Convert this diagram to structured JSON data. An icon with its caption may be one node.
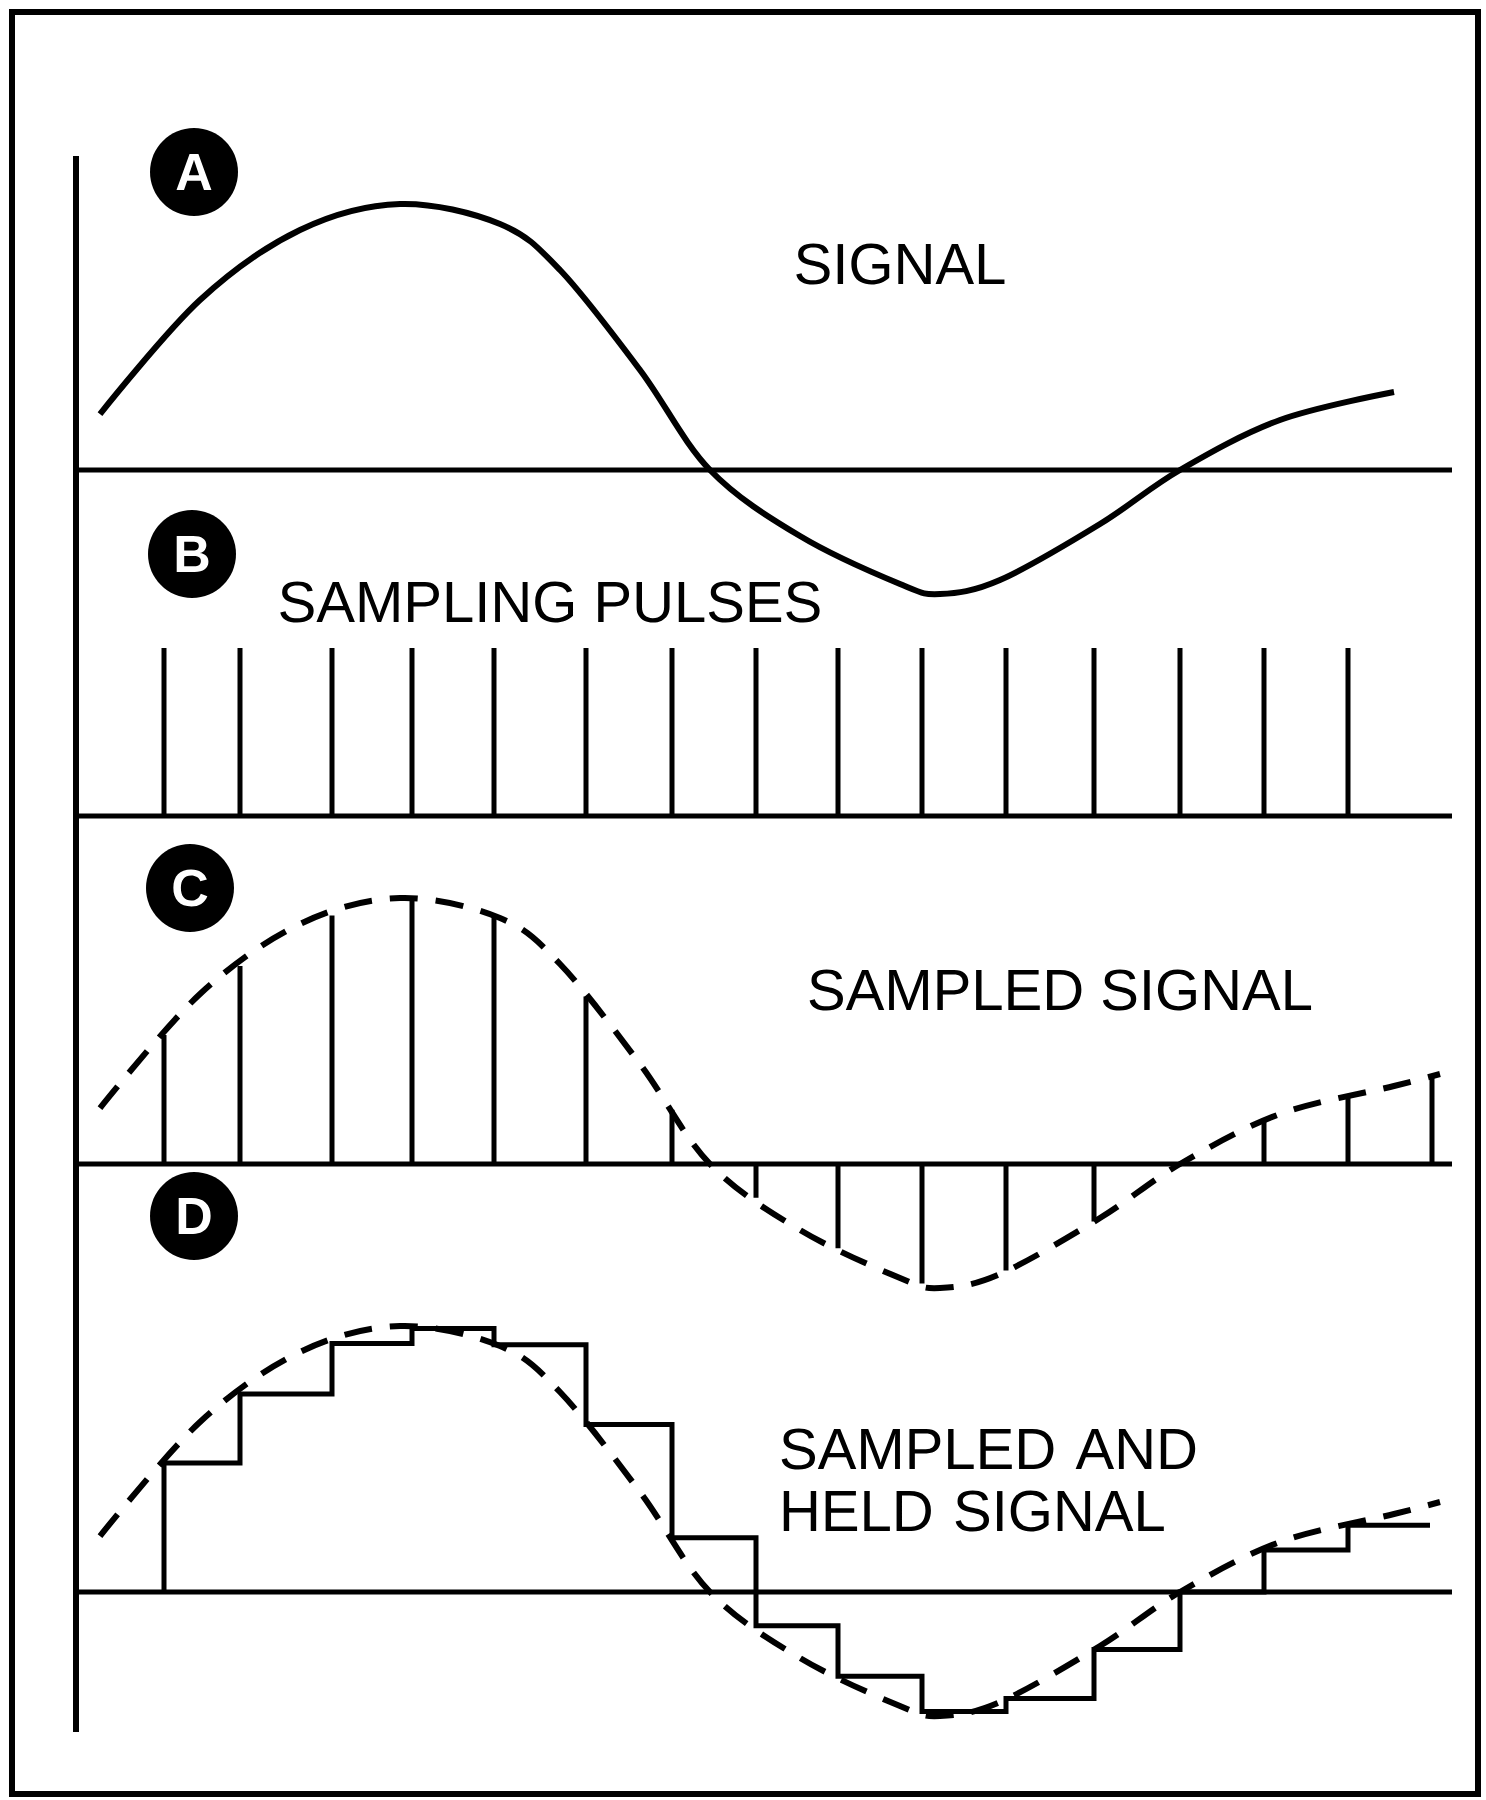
{
  "diagram": {
    "nodes": [
      {
        "text": [
          "A"
        ]
      },
      {
        "text": [
          "B"
        ]
      },
      {
        "text": [
          "C"
        ]
      },
      {
        "text": [
          "D"
        ]
      }
    ],
    "labels": [
      "SIGNAL",
      "SAMPLING PULSES",
      "SAMPLED SIGNAL",
      "SAMPLED AND HELD SIGNAL"
    ]
  }
}
